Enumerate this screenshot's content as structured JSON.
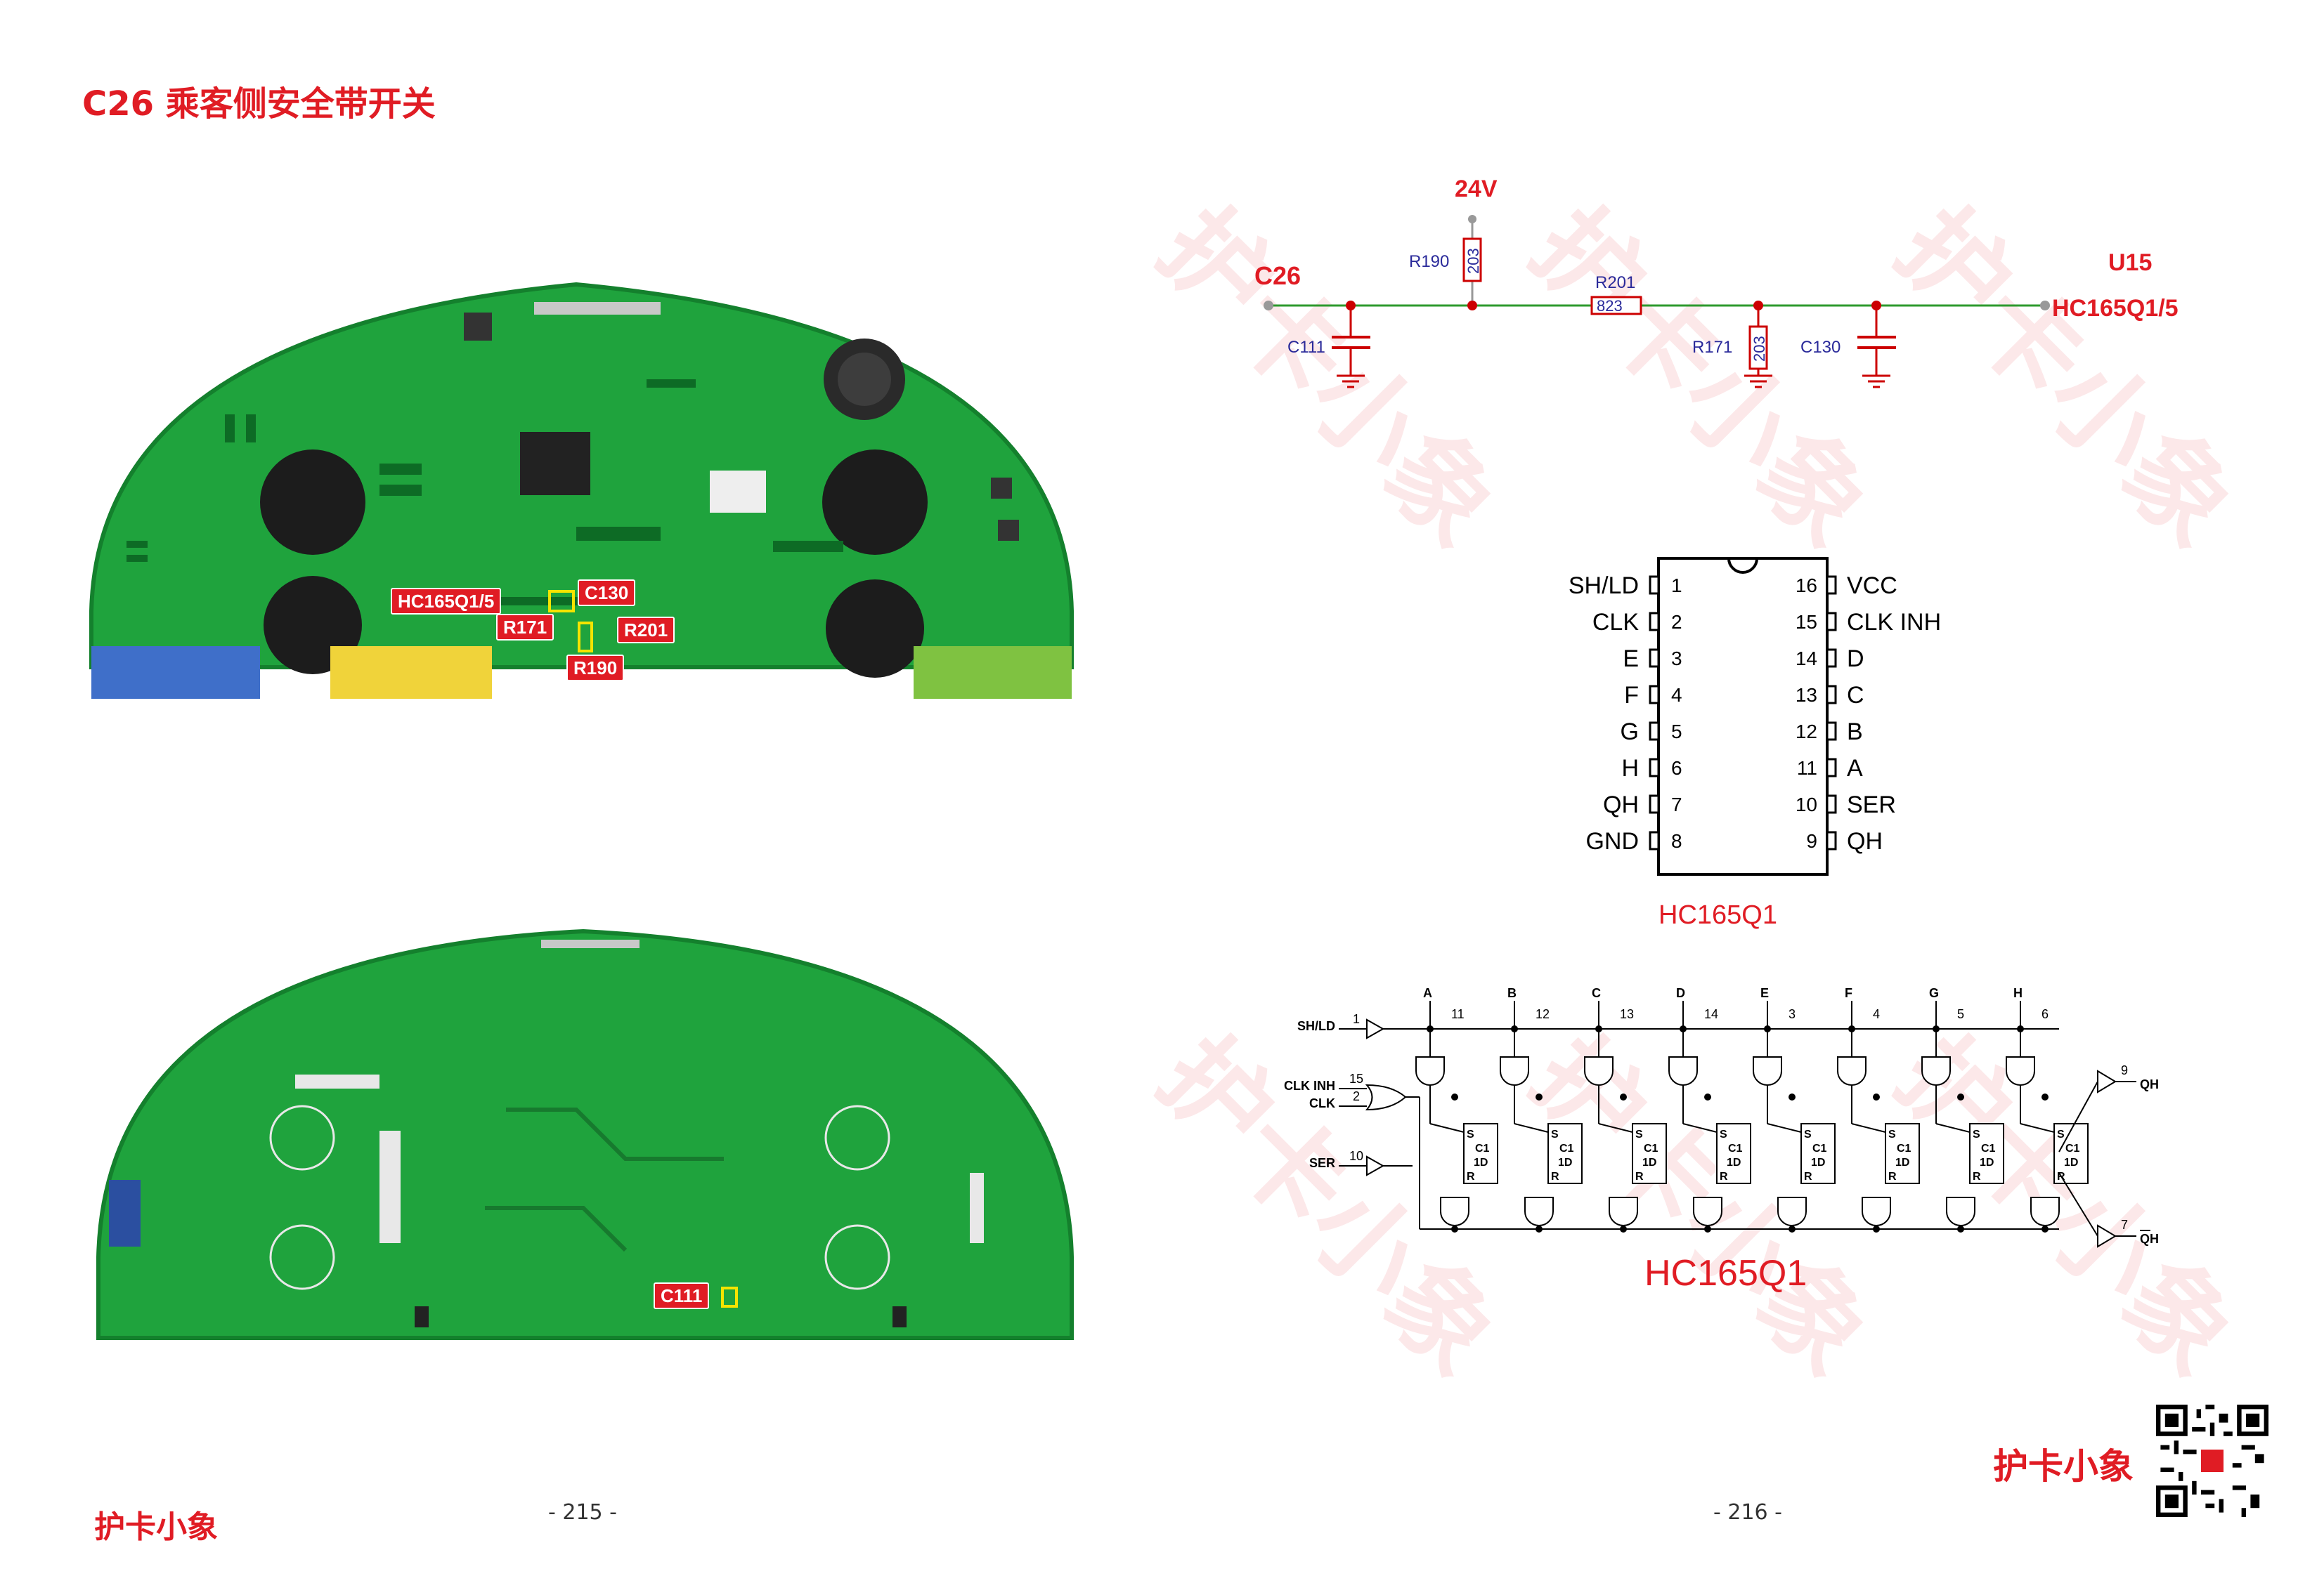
{
  "title": "C26 乘客侧安全带开关",
  "pcb_top_labels": {
    "hc165": "HC165Q1/5",
    "c130": "C130",
    "r171": "R171",
    "r201": "R201",
    "r190": "R190"
  },
  "pcb_bottom_labels": {
    "c111": "C111"
  },
  "schematic": {
    "supply": "24V",
    "input": "C26",
    "out_part": "U15",
    "out_pin": "HC165Q1/5",
    "r190": {
      "name": "R190",
      "code": "203"
    },
    "r201": {
      "name": "R201",
      "code": "823"
    },
    "r171": {
      "name": "R171",
      "code": "203"
    },
    "c111": "C111",
    "c130": "C130"
  },
  "pinout": {
    "chip_label": "HC165Q1",
    "left_pins": [
      {
        "num": "1",
        "name": "SH/LD"
      },
      {
        "num": "2",
        "name": "CLK"
      },
      {
        "num": "3",
        "name": "E"
      },
      {
        "num": "4",
        "name": "F"
      },
      {
        "num": "5",
        "name": "G"
      },
      {
        "num": "6",
        "name": "H"
      },
      {
        "num": "7",
        "name": "QH"
      },
      {
        "num": "8",
        "name": "GND"
      }
    ],
    "right_pins": [
      {
        "num": "16",
        "name": "VCC"
      },
      {
        "num": "15",
        "name": "CLK INH"
      },
      {
        "num": "14",
        "name": "D"
      },
      {
        "num": "13",
        "name": "C"
      },
      {
        "num": "12",
        "name": "B"
      },
      {
        "num": "11",
        "name": "A"
      },
      {
        "num": "10",
        "name": "SER"
      },
      {
        "num": "9",
        "name": "QH"
      }
    ]
  },
  "logic": {
    "label": "HC165Q1",
    "inputs": [
      {
        "name": "SH/LD",
        "pin": "1"
      },
      {
        "name": "CLK INH",
        "pin": "15"
      },
      {
        "name": "CLK",
        "pin": "2"
      },
      {
        "name": "SER",
        "pin": "10"
      }
    ],
    "data_inputs": [
      {
        "name": "A",
        "pin": "11"
      },
      {
        "name": "B",
        "pin": "12"
      },
      {
        "name": "C",
        "pin": "13"
      },
      {
        "name": "D",
        "pin": "14"
      },
      {
        "name": "E",
        "pin": "3"
      },
      {
        "name": "F",
        "pin": "4"
      },
      {
        "name": "G",
        "pin": "5"
      },
      {
        "name": "H",
        "pin": "6"
      }
    ],
    "outputs": [
      {
        "name": "QH",
        "pin": "9"
      },
      {
        "name": "QH",
        "pin": "7"
      }
    ],
    "ff_labels": {
      "s": "S",
      "c1": "C1",
      "d": "1D",
      "r": "R"
    }
  },
  "page_numbers": {
    "left": "- 215 -",
    "right": "- 216 -"
  },
  "brand": "护卡小象",
  "watermark": "护卡小象",
  "colors": {
    "accent": "#e01c24",
    "pcb": "#1fa33d",
    "wire": "#2e9a2e"
  }
}
